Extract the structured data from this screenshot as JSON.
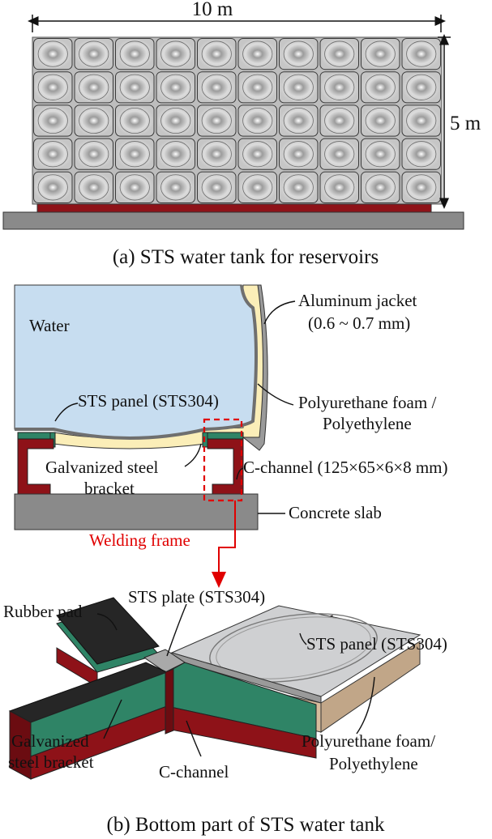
{
  "panel_a": {
    "caption": "(a) STS water tank for reservoirs",
    "width_label": "10 m",
    "height_label": "5 m",
    "grid": {
      "columns": 10,
      "rows": 5
    }
  },
  "panel_b_section": {
    "water_label": "Water",
    "aluminum_jacket_label": "Aluminum jacket",
    "aluminum_jacket_thickness": "(0.6 ~ 0.7 mm)",
    "sts_panel_label": "STS panel (STS304)",
    "foam_label_line1": "Polyurethane foam /",
    "foam_label_line2": "Polyethylene",
    "bracket_label_line1": "Galvanized steel",
    "bracket_label_line2": "bracket",
    "cchannel_label": "C-channel (125×65×6×8 mm)",
    "slab_label": "Concrete slab",
    "welding_frame_label": "Welding frame"
  },
  "panel_b_3d": {
    "rubber_pad_label": "Rubber pad",
    "sts_plate_label": "STS plate (STS304)",
    "sts_panel_label": "STS panel (STS304)",
    "bracket_label_line1": "Galvanized",
    "bracket_label_line2": "steel bracket",
    "cchannel_label": "C-channel",
    "foam_label_line1": "Polyurethane foam/",
    "foam_label_line2": "Polyethylene"
  },
  "caption_b": "(b) Bottom part of STS water tank",
  "colors": {
    "water": "#c7ddf0",
    "foam": "#fbeeb8",
    "channel": "#8e1218",
    "bracket": "#2f8466",
    "slab": "#8a8a8a",
    "highlight": "#e00000"
  }
}
